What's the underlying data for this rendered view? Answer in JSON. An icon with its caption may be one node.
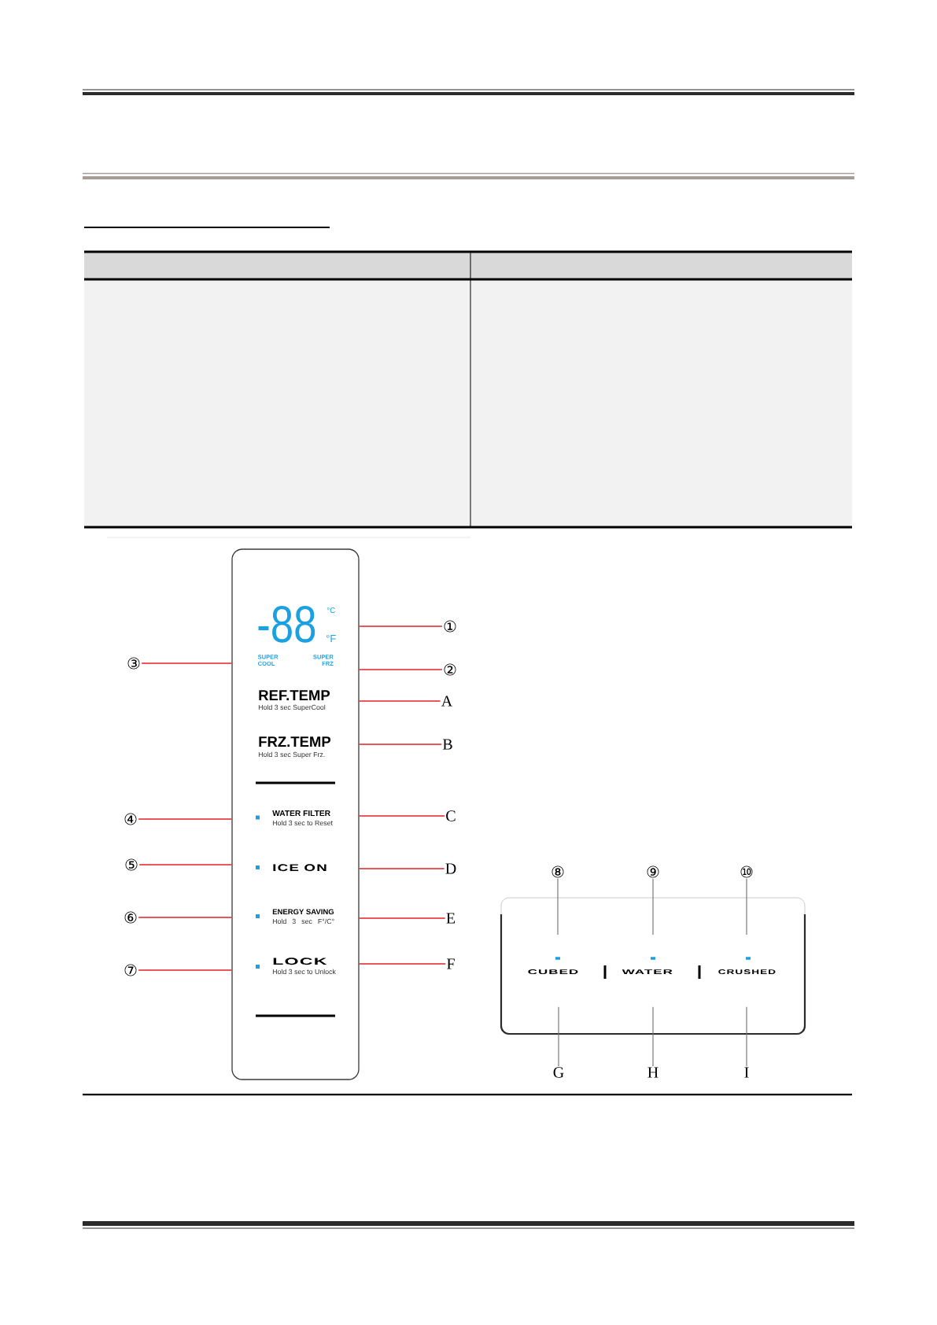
{
  "diagram": {
    "nodes": [
      {
        "text": [
          "-88",
          "°C",
          "°F",
          "SUPER COOL",
          "SUPER FRZ",
          "REF.TEMP",
          "Hold 3 sec SuperCool",
          "FRZ.TEMP",
          "Hold 3 sec Super Frz.",
          "WATER FILTER",
          "Hold 3 sec to Reset",
          "ICE ON",
          "ENERGY SAVING",
          "Hold 3 sec F°/C°",
          "LOCK",
          "Hold 3 sec to Unlock"
        ]
      },
      {
        "text": [
          "①"
        ]
      },
      {
        "text": [
          "③"
        ]
      },
      {
        "text": [
          "②"
        ]
      },
      {
        "text": [
          "A"
        ]
      },
      {
        "text": [
          "B"
        ]
      },
      {
        "text": [
          "④"
        ]
      },
      {
        "text": [
          "C"
        ]
      },
      {
        "text": [
          "⑤"
        ]
      },
      {
        "text": [
          "D"
        ]
      },
      {
        "text": [
          "⑥"
        ]
      },
      {
        "text": [
          "E"
        ]
      },
      {
        "text": [
          "⑦"
        ]
      },
      {
        "text": [
          "F"
        ]
      },
      {
        "text": [
          "⑧"
        ]
      },
      {
        "text": [
          "⑨"
        ]
      },
      {
        "text": [
          "⑩"
        ]
      },
      {
        "text": [],
        "shape": "box"
      },
      {
        "text": [],
        "shape": "box",
        "in": 17
      },
      {
        "text": [],
        "shape": "box",
        "in": 17
      },
      {
        "text": [],
        "shape": "box",
        "in": 17
      },
      {
        "text": [
          "CUBED"
        ],
        "in": 17
      },
      {
        "text": [
          "WATER"
        ],
        "in": 17
      },
      {
        "text": [
          "CRUSHED"
        ],
        "in": 17
      },
      {
        "text": [
          "G"
        ]
      },
      {
        "text": [
          "H"
        ]
      },
      {
        "text": [
          "I"
        ]
      }
    ],
    "edges": [
      {
        "from": 1,
        "to": 0,
        "arrow": "none"
      },
      {
        "from": 2,
        "to": 0,
        "arrow": "none"
      },
      {
        "from": 3,
        "to": 0,
        "arrow": "none"
      },
      {
        "from": 4,
        "to": 0,
        "arrow": "none"
      },
      {
        "from": 5,
        "to": 0,
        "arrow": "none"
      },
      {
        "from": 6,
        "to": 0,
        "arrow": "none"
      },
      {
        "from": 7,
        "to": 0,
        "arrow": "none"
      },
      {
        "from": 8,
        "to": 0,
        "arrow": "none"
      },
      {
        "from": 9,
        "to": 0,
        "arrow": "none"
      },
      {
        "from": 10,
        "to": 0,
        "arrow": "none"
      },
      {
        "from": 11,
        "to": 0,
        "arrow": "none"
      },
      {
        "from": 12,
        "to": 0,
        "arrow": "none"
      },
      {
        "from": 13,
        "to": 0,
        "arrow": "none"
      },
      {
        "from": 14,
        "to": 18,
        "arrow": "none",
        "color": "#6e6e6e"
      },
      {
        "from": 15,
        "to": 19,
        "arrow": "none",
        "color": "#6e6e6e"
      },
      {
        "from": 16,
        "to": 20,
        "arrow": "none",
        "color": "#6e6e6e"
      },
      {
        "from": 24,
        "to": 21,
        "arrow": "none",
        "color": "#6e6e6e"
      },
      {
        "from": 25,
        "to": 22,
        "arrow": "none",
        "color": "#6e6e6e"
      },
      {
        "from": 26,
        "to": 23,
        "arrow": "none",
        "color": "#6e6e6e"
      }
    ]
  }
}
